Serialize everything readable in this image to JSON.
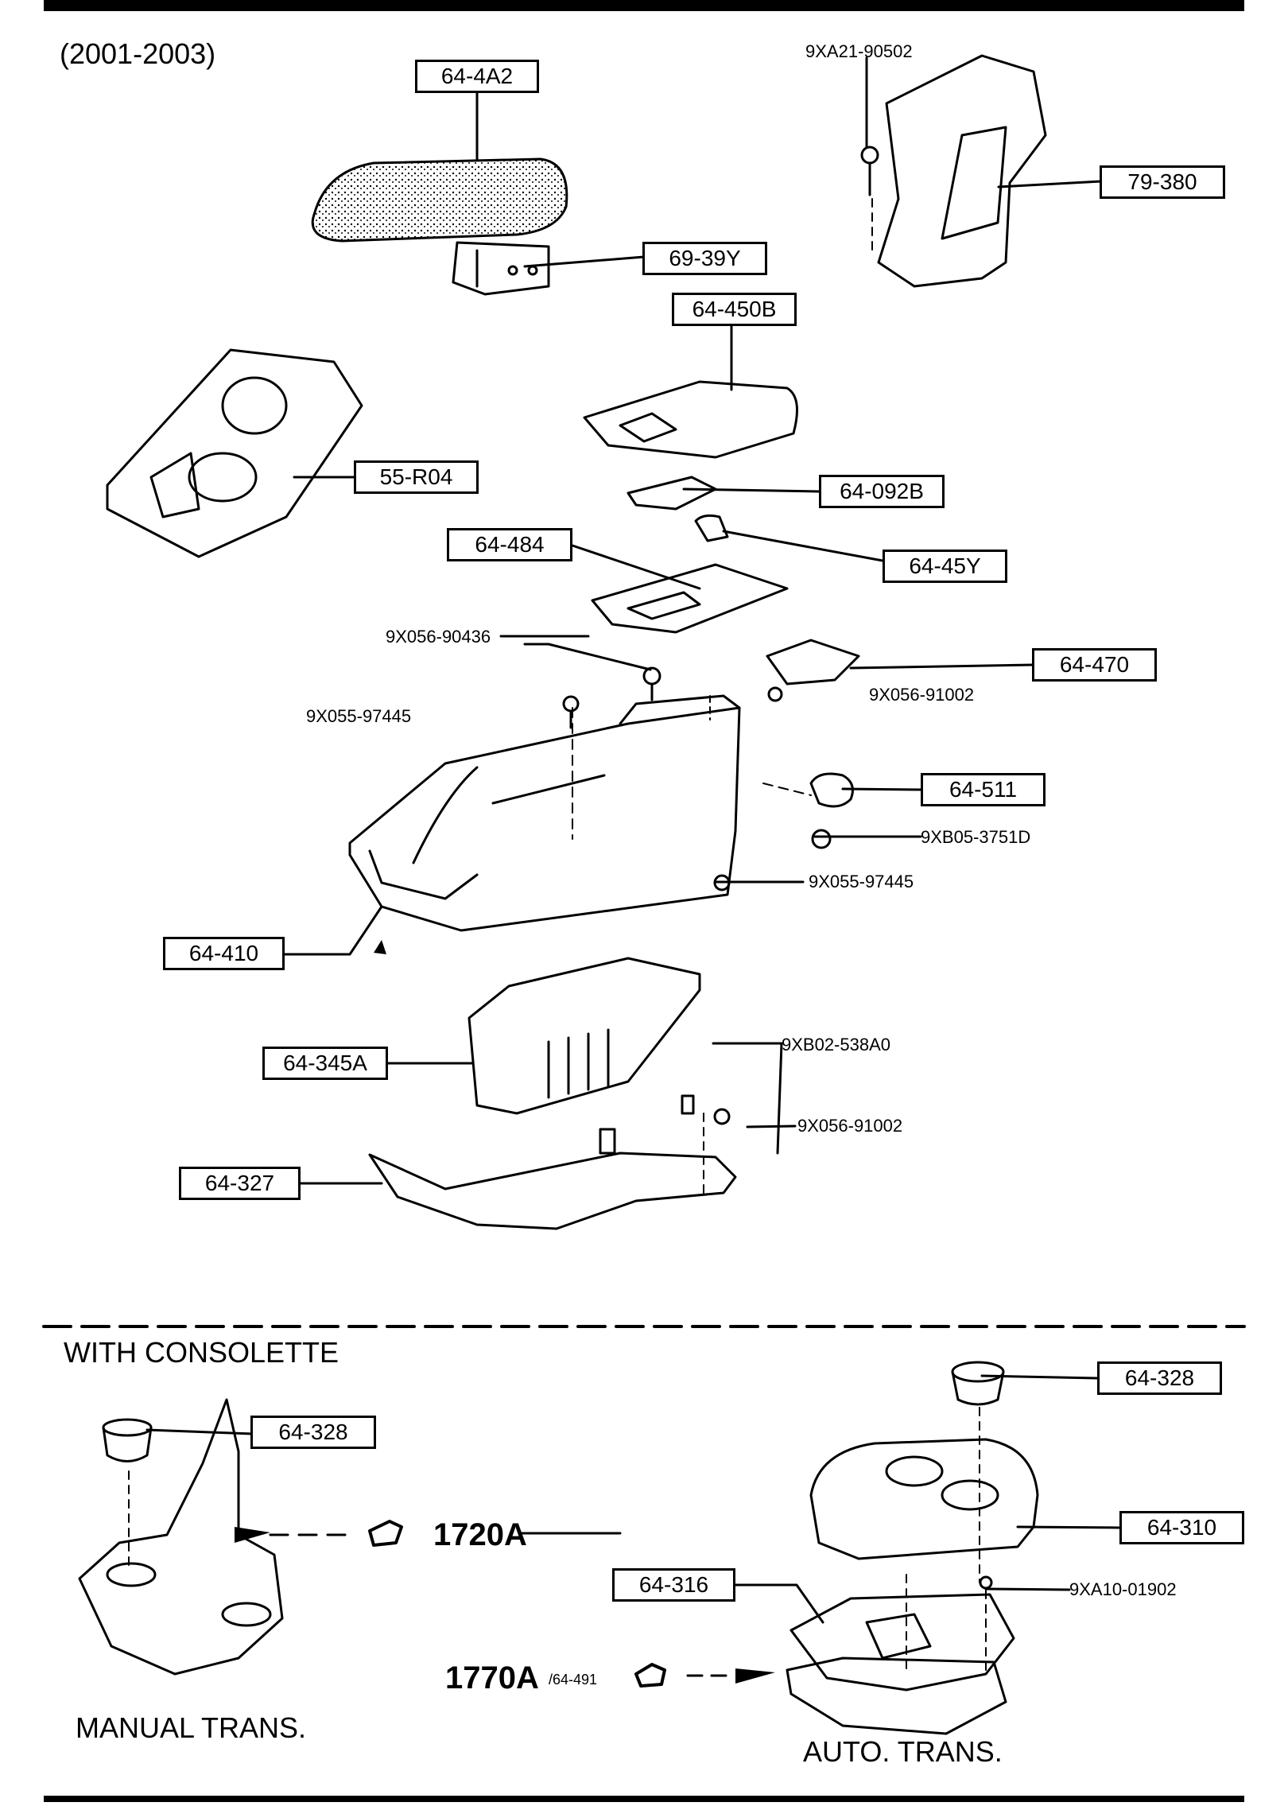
{
  "diagram": {
    "years": "(2001-2003)",
    "section_consolette": "WITH CONSOLETTE",
    "manual_trans": "MANUAL TRANS.",
    "auto_trans": "AUTO. TRANS."
  },
  "part_boxes": [
    "64-4A2",
    "69-39Y",
    "79-380",
    "64-450B",
    "55-R04",
    "64-092B",
    "64-484",
    "64-45Y",
    "64-470",
    "64-511",
    "64-410",
    "64-345A",
    "64-327",
    "64-328",
    "64-328",
    "64-310",
    "64-316"
  ],
  "fasteners": [
    "9XA21-90502",
    "9X056-90436",
    "9X056-91002",
    "9X055-97445",
    "9XB05-3751D",
    "9X055-97445",
    "9XB02-538A0",
    "9X056-91002",
    "9XA10-01902"
  ],
  "refs": {
    "r1720": "1720A",
    "r1770": "1770A",
    "r1770_sub": "/64-491"
  }
}
